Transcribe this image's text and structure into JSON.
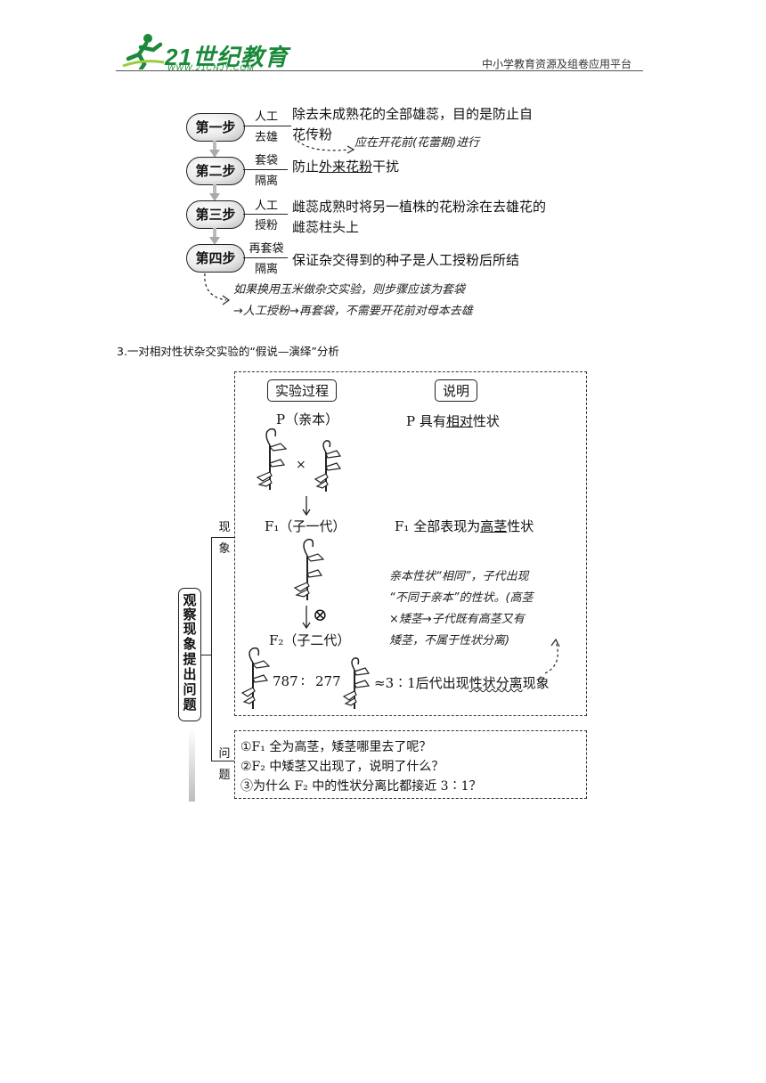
{
  "header": {
    "logo_text": "21世纪教育",
    "logo_url": "WWW.21CNJY.COM",
    "slogan": "中小学教育资源及组卷应用平台"
  },
  "steps": [
    {
      "label": "第一步",
      "top": "人工",
      "bottom": "去雄",
      "desc_lines": [
        "除去未成熟花的全部雄蕊，目的是防止自",
        "花传粉"
      ]
    },
    {
      "label": "第二步",
      "top": "套袋",
      "bottom": "隔离",
      "desc_pre": "防止",
      "desc_ul": "外来花粉",
      "desc_post": "干扰"
    },
    {
      "label": "第三步",
      "top": "人工",
      "bottom": "授粉",
      "desc_lines": [
        "雌蕊成熟时将另一植株的花粉涂在去雄花的",
        "雌蕊柱头上"
      ]
    },
    {
      "label": "第四步",
      "top": "再套袋",
      "bottom": "隔离",
      "desc": "保证杂交得到的种子是人工授粉后所结"
    }
  ],
  "notes": {
    "step1_note": "应在开花前(花蕾期)进行",
    "corn_note_line1": "如果换用玉米做杂交实验，则步骤应该为套袋",
    "corn_note_line2": "→人工授粉→再套袋，不需要开花前对母本去雄"
  },
  "section": {
    "title": "3.一对相对性状杂交实验的“假说—演绎”分析",
    "col_process": "实验过程",
    "col_explain": "说明",
    "p_label": "P（亲本）",
    "p_explain_pre": "P 具有",
    "p_explain_ul": "相对",
    "p_explain_post": "性状",
    "cross_symbol": "×",
    "f1_label": "F₁（子一代）",
    "f1_explain_pre": "F₁ 全部表现为",
    "f1_explain_ul": "高茎",
    "f1_explain_post": "性状",
    "self_symbol": "⊗",
    "f2_label": "F₂（子二代）",
    "ratio_left": "787",
    "ratio_colon": "∶",
    "ratio_right": "277",
    "f2_explain_pre": "≈3∶1后代出现",
    "f2_explain_wavy": "性状分离",
    "f2_explain_post": "现象",
    "hand_note_lines": [
      "亲本性状“相同”，子代出现",
      "“不同于亲本”的性状。(高茎",
      "×矮茎→子代既有高茎又有",
      "矮茎，不属于性状分离)"
    ],
    "phenomenon_label": [
      "现",
      "象"
    ],
    "question_label": [
      "问",
      "题"
    ],
    "vertical_title": [
      "观",
      "察",
      "现",
      "象",
      "提",
      "出",
      "问",
      "题"
    ],
    "questions": [
      "①F₁ 全为高茎，矮茎哪里去了呢？",
      "②F₂ 中矮茎又出现了，说明了什么？",
      "③为什么 F₂ 中的性状分离比都接近 3∶1？"
    ]
  }
}
